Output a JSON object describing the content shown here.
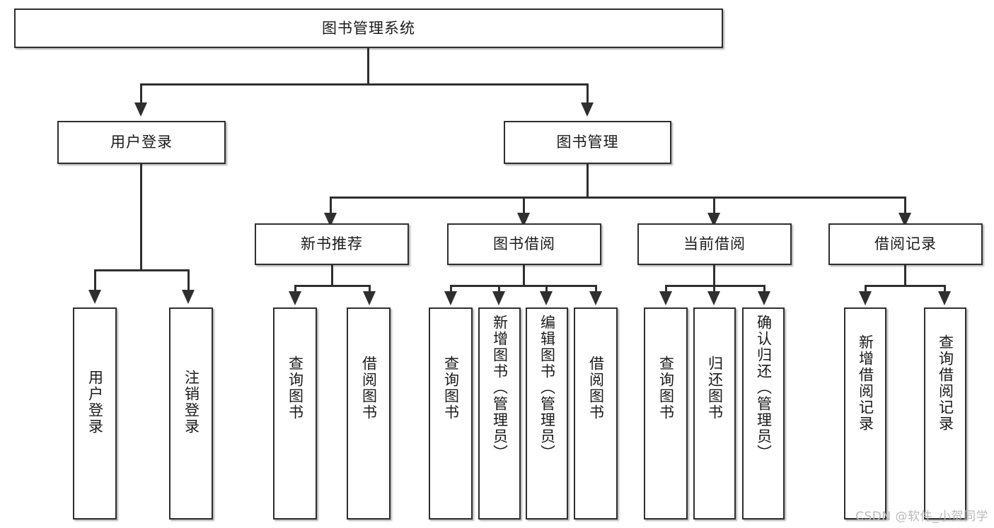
{
  "diagram": {
    "title": "图书管理系统",
    "root": {
      "label": "图书管理系统"
    },
    "level2": [
      {
        "label": "用户登录"
      },
      {
        "label": "图书管理"
      }
    ],
    "level3": [
      {
        "label": "新书推荐"
      },
      {
        "label": "图书借阅"
      },
      {
        "label": "当前借阅"
      },
      {
        "label": "借阅记录"
      }
    ],
    "leaves": {
      "user_login": [
        {
          "label": "用户登录"
        },
        {
          "label": "注销登录"
        }
      ],
      "new_book_recommend": [
        {
          "label": "查询图书"
        },
        {
          "label": "借阅图书"
        }
      ],
      "book_borrow": [
        {
          "label": "查询图书"
        },
        {
          "label": "新增图书（管理员）"
        },
        {
          "label": "编辑图书（管理员）"
        },
        {
          "label": "借阅图书"
        }
      ],
      "current_borrow": [
        {
          "label": "查询图书"
        },
        {
          "label": "归还图书"
        },
        {
          "label": "确认归还（管理员）"
        }
      ],
      "borrow_record": [
        {
          "label": "新增借阅记录"
        },
        {
          "label": "查询借阅记录"
        }
      ]
    }
  },
  "watermark": {
    "text": "CSDN @软件_小贺同学"
  },
  "colors": {
    "border": "#2f2f2f",
    "background": "#ffffff",
    "text": "#1a1a1a",
    "watermark": "#b9b9b9"
  }
}
